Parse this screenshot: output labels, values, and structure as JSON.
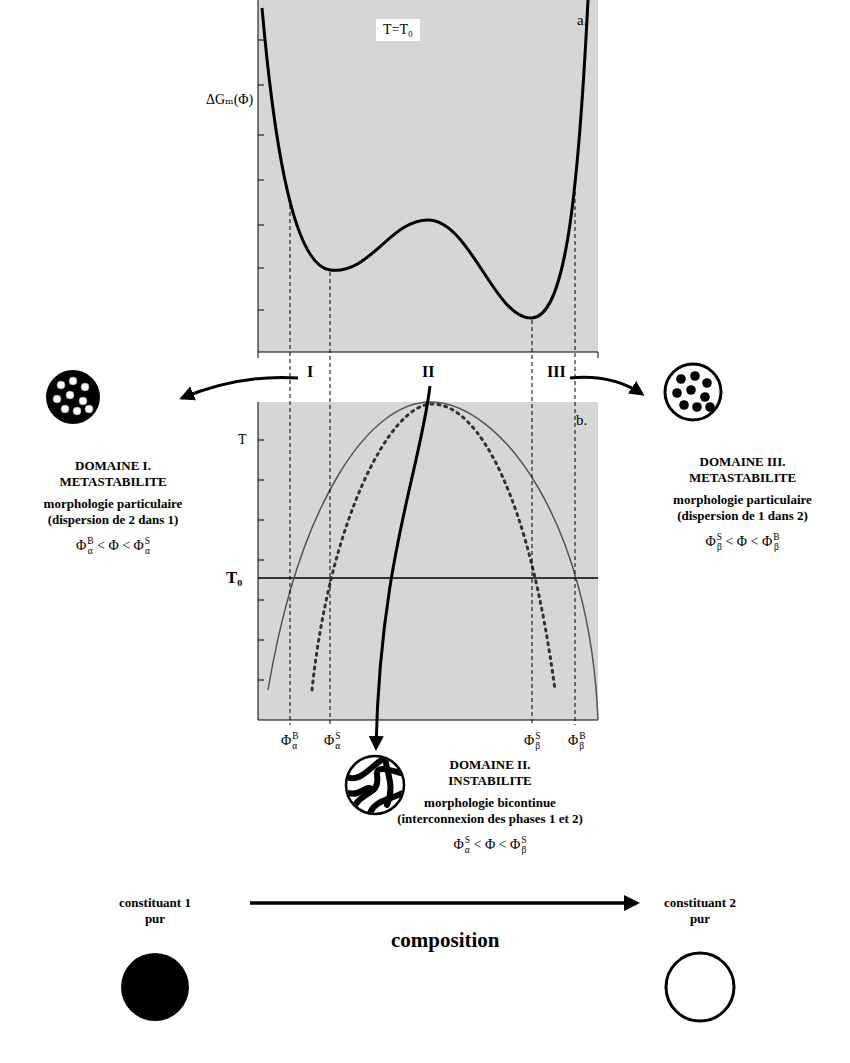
{
  "diagram": {
    "nodes": [
      {
        "text": [
          "DOMAINE I. METASTABILITE",
          "morphologie particulaire (dispersion de 2 dans 1)",
          "ΦαB < Φ < ΦαS"
        ]
      },
      {
        "text": [
          "DOMAINE III. METASTABILITE",
          "morphologie particulaire (dispersion de 1 dans 2)",
          "ΦβS < Φ < ΦβB"
        ]
      },
      {
        "text": [
          "DOMAINE II. INSTABILITE",
          "morphologie bicontinue (interconnexion des phases 1 et 2)",
          "ΦαS < Φ < ΦβS"
        ]
      },
      {
        "text": [
          "constituant 1 pur"
        ]
      },
      {
        "text": [
          "constituant 2 pur"
        ]
      }
    ],
    "edges": [
      {
        "from": 3,
        "to": 4,
        "arrow": "to",
        "label": "composition"
      }
    ],
    "labels": [
      "a.",
      "T=T₀",
      "ΔGₘ(Φ)",
      "I",
      "II",
      "III",
      "b.",
      "T",
      "T₀",
      "ΦαB",
      "ΦαS",
      "ΦβS",
      "ΦβB"
    ]
  }
}
